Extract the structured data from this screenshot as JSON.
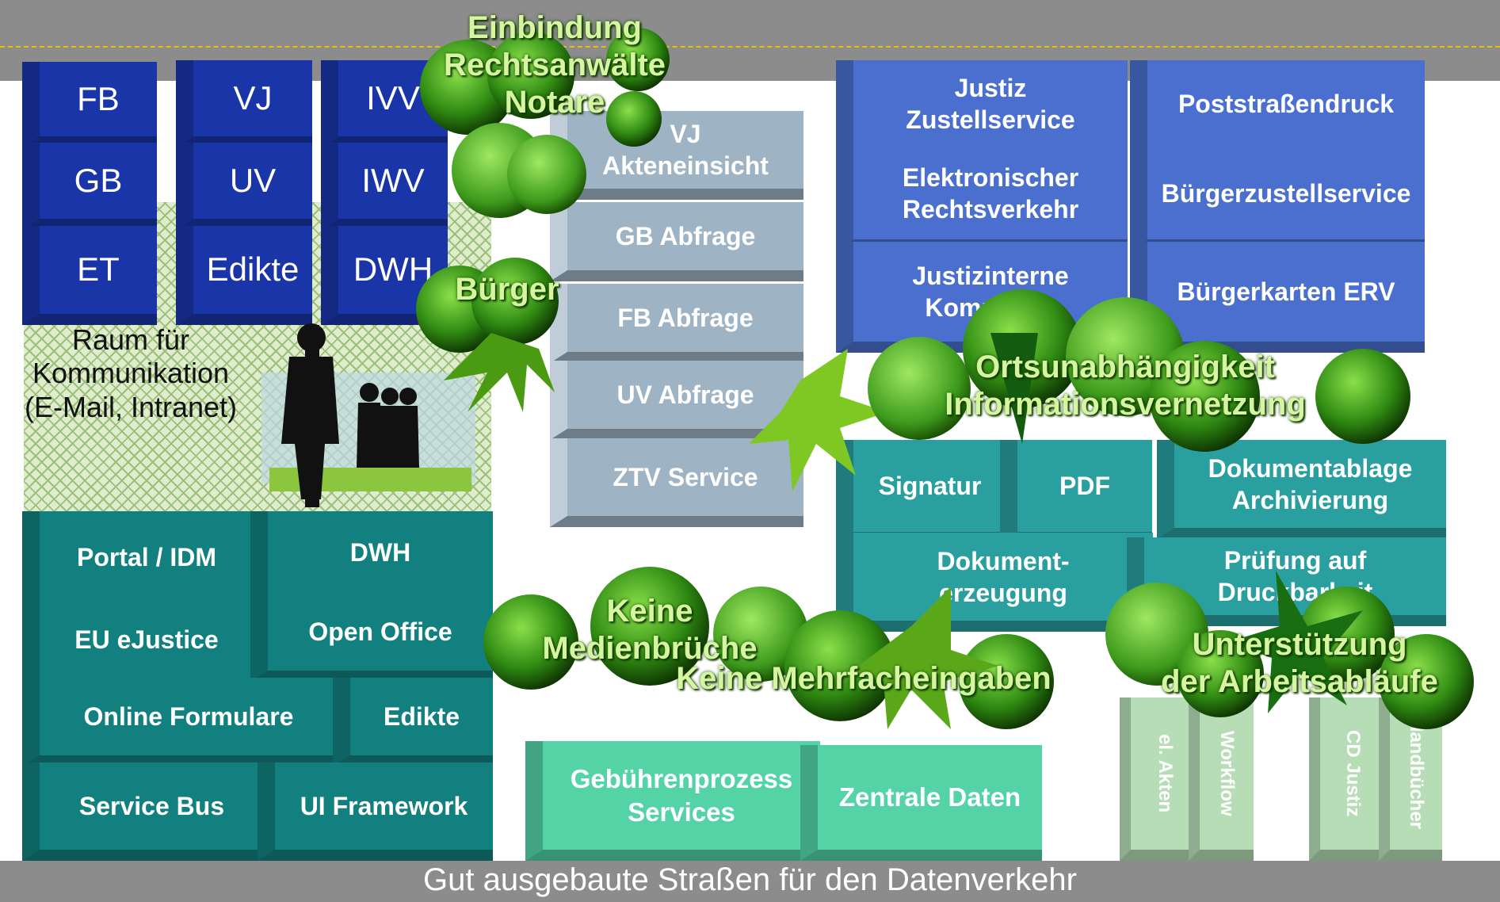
{
  "footer": "Gut ausgebaute Straßen für den Datenverkehr",
  "blue_blocks": [
    "FB",
    "VJ",
    "IVV",
    "GB",
    "UV",
    "IWV",
    "ET",
    "Edikte",
    "DWH"
  ],
  "gray_services": [
    "VJ\nAkteneinsicht",
    "GB Abfrage",
    "FB Abfrage",
    "UV Abfrage",
    "ZTV Service"
  ],
  "comm_space": "Raum für\nKommunikation\n(E-Mail, Intranet)",
  "top_right": {
    "justiz_zustellservice": "Justiz\nZustellservice",
    "poststrassendruck": "Poststraßendruck",
    "erv": "Elektronischer\nRechtsverkehr",
    "buergerzustellservice": "Bürgerzustellservice",
    "justizinterne": "Justizinterne\nKommunik",
    "buergerkarten": "Bürgerkarten ERV"
  },
  "right_teal": {
    "signatur": "Signatur",
    "pdf": "PDF",
    "dokumentablage": "Dokumentablage\nArchivierung",
    "dokumenterzeugung": "Dokument-\nerzeugung",
    "pruefung": "Prüfung auf\nDruckbarkeit"
  },
  "bottom_left": [
    "Portal / IDM",
    "DWH",
    "EU eJustice",
    "Open Office",
    "Online Formulare",
    "Edikte",
    "Service Bus",
    "UI Framework"
  ],
  "bottom_mid": {
    "gebuehren": "Gebührenprozess\nServices",
    "zentrale": "Zentrale Daten"
  },
  "vertical_tabs": [
    "el. Akten",
    "Workflow",
    "CD Justiz",
    "Handbücher"
  ],
  "tree_labels": {
    "einbindung": "Einbindung\nRechtsanwälte\nNotare",
    "buerger": "Bürger",
    "ortsunabhaengigkeit": "Ortsunabhängigkeit\nInformationsvernetzung",
    "keine_medienbrueche": "Keine\nMedienbrüche",
    "keine_mehrfach": "Keine Mehrfacheingaben",
    "unterstuetzung": "Unterstützung\nder Arbeitsabläufe"
  }
}
